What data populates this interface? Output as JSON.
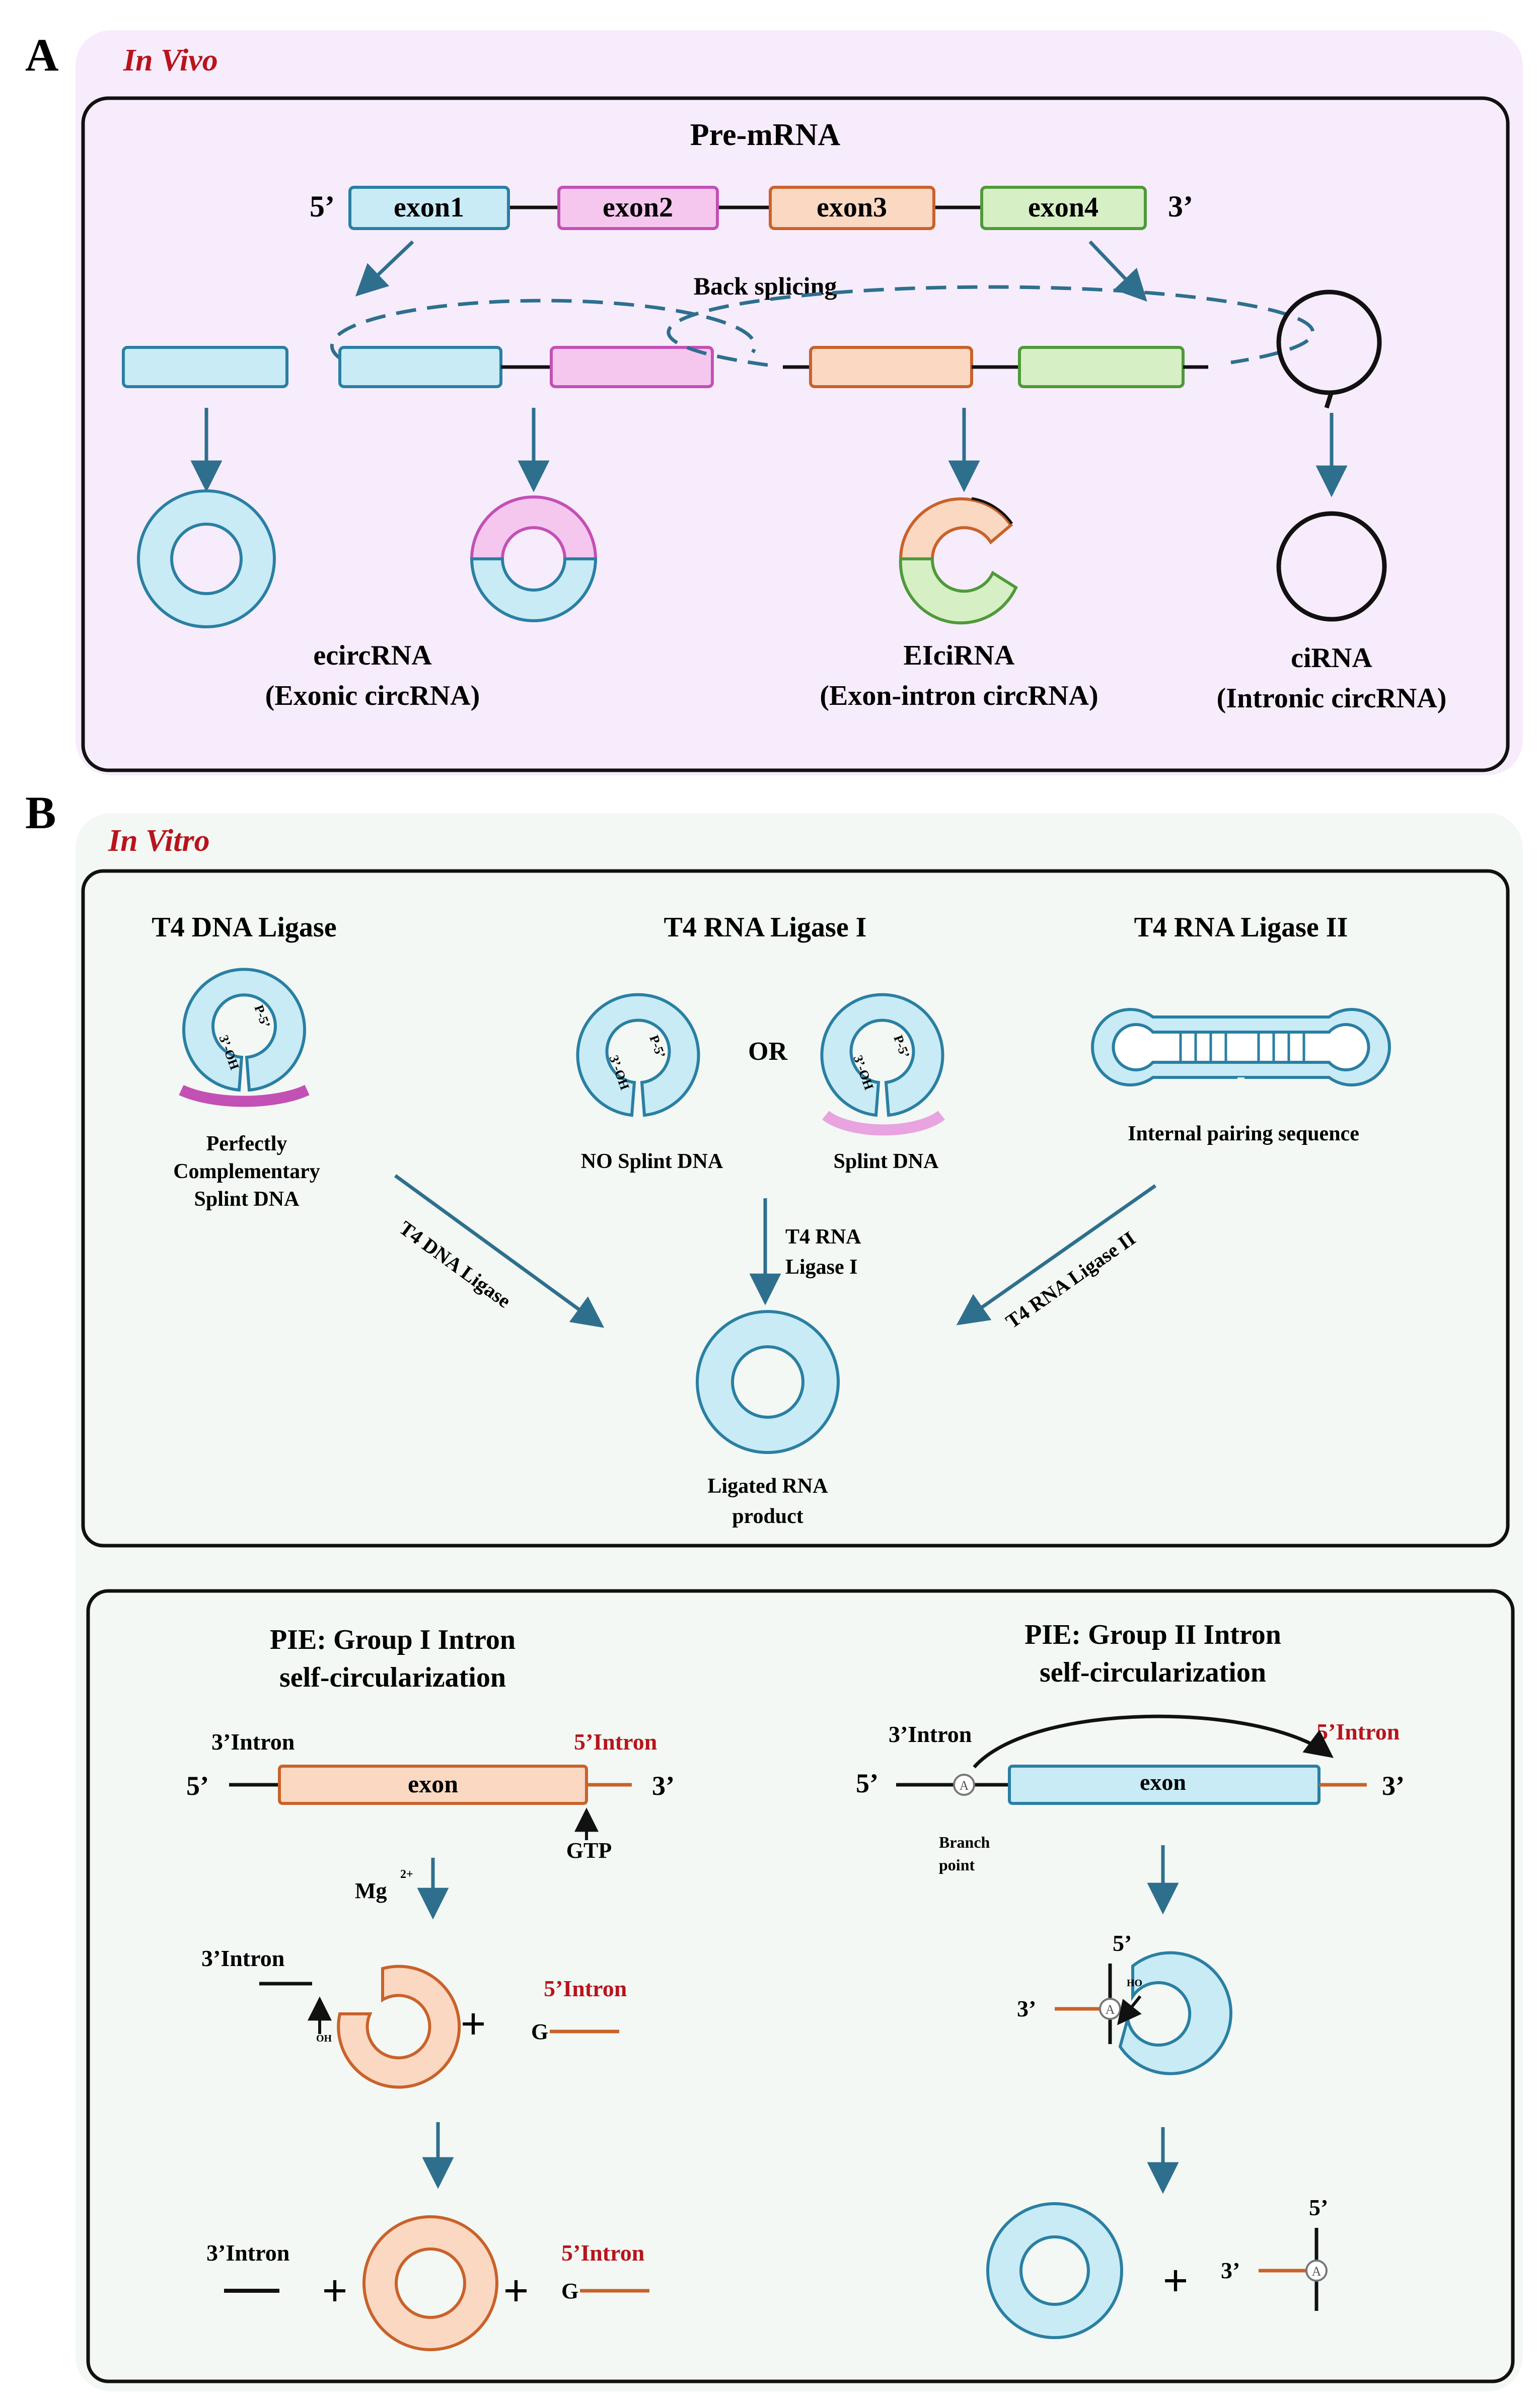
{
  "colors": {
    "blue_fill": "#c8ebf6",
    "blue_stroke": "#2a7fa3",
    "pink_fill": "#f5c7ee",
    "pink_stroke": "#c350b5",
    "orange_fill": "#fad8c2",
    "orange_stroke": "#c9622a",
    "green_fill": "#d6efc4",
    "green_stroke": "#4f9a3a",
    "arrow": "#2e6f8e",
    "panel_a_bg": "#f7ecfb",
    "panel_b_bg": "#f3f8f4",
    "red_text": "#b8141c"
  },
  "panel_a": {
    "letter": "A",
    "title": "In Vivo",
    "premrna_title": "Pre-mRNA",
    "five_prime": "5’",
    "three_prime": "3’",
    "exons": [
      "exon1",
      "exon2",
      "exon3",
      "exon4"
    ],
    "back_splicing": "Back splicing",
    "ecirc_name": "ecircRNA",
    "ecirc_full": "(Exonic circRNA)",
    "eici_name": "EIciRNA",
    "eici_full": "(Exon-intron  circRNA)",
    "ci_name": "ciRNA",
    "ci_full": "(Intronic circRNA)"
  },
  "panel_b": {
    "letter": "B",
    "title": "In Vitro",
    "t4dna_title": "T4 DNA Ligase",
    "t4rna1_title": "T4 RNA Ligase I",
    "t4rna2_title": "T4 RNA Ligase II",
    "oh_label": "3’-OH",
    "p_label": "P-5’",
    "perfect1": "Perfectly",
    "perfect2": "Complementary",
    "perfect3": "Splint DNA",
    "or_label": "OR",
    "no_splint": "NO Splint DNA",
    "splint": "Splint DNA",
    "internal_pairing": "Internal pairing sequence",
    "arrow_dna": "T4 DNA Ligase",
    "arrow_rna1_l1": "T4 RNA",
    "arrow_rna1_l2": "Ligase I",
    "arrow_rna2": "T4 RNA Ligase II",
    "product_l1": "Ligated RNA",
    "product_l2": "product"
  },
  "panel_c": {
    "g1_title1": "PIE: Group I Intron",
    "g1_title2": "self-circularization",
    "g2_title1": "PIE: Group II Intron",
    "g2_title2": "self-circularization",
    "three_intron": "3’Intron",
    "five_intron": "5’Intron",
    "five_prime": "5’",
    "three_prime": "3’",
    "exon": "exon",
    "gtp": "GTP",
    "mg": "Mg",
    "mg_sup": "2+",
    "g_label": "G",
    "oh_small": "OH",
    "ho_small": "HO",
    "branch1": "Branch",
    "branch2": "point",
    "a_label": "A",
    "plus": "+"
  }
}
